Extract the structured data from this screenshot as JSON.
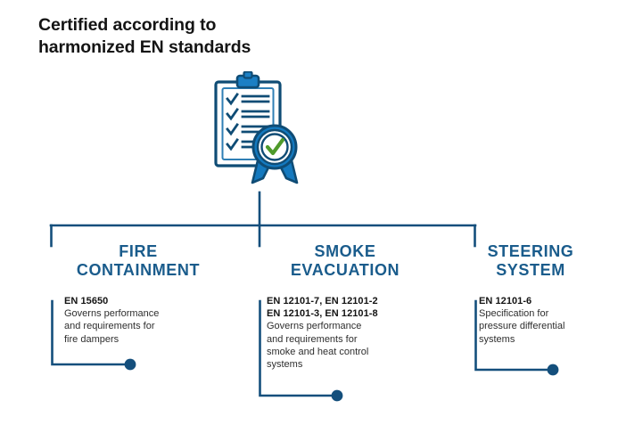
{
  "title": "Certified according to\nharmonized EN standards",
  "icon": {
    "name": "certificate-clipboard-icon",
    "clipboard_rows": 4,
    "badge_check_color": "#4f9a2a",
    "clipboard_outline_color": "#0f4c75",
    "clipboard_clip_color": "#1b7fc4",
    "ribbon_color": "#1479bf"
  },
  "colors": {
    "heading": "#1a5c8c",
    "connector": "#144f7c",
    "body_text": "#2e2e2e",
    "standard_text": "#141414",
    "dot": "#144f7c",
    "background": "#ffffff"
  },
  "columns": [
    {
      "id": "fire-containment",
      "heading": "FIRE\nCONTAINMENT",
      "standards": "EN 15650",
      "description": "Governs performance\nand requirements for\nfire dampers"
    },
    {
      "id": "smoke-evacuation",
      "heading": "SMOKE\nEVACUATION",
      "standards": "EN 12101-7, EN 12101-2\nEN 12101-3, EN 12101-8",
      "description": "Governs performance\nand requirements for\nsmoke and heat control\nsystems"
    },
    {
      "id": "steering-system",
      "heading": "STEERING\nSYSTEM",
      "standards": "EN 12101-6",
      "description": "Specification for\npressure differential\nsystems"
    }
  ]
}
